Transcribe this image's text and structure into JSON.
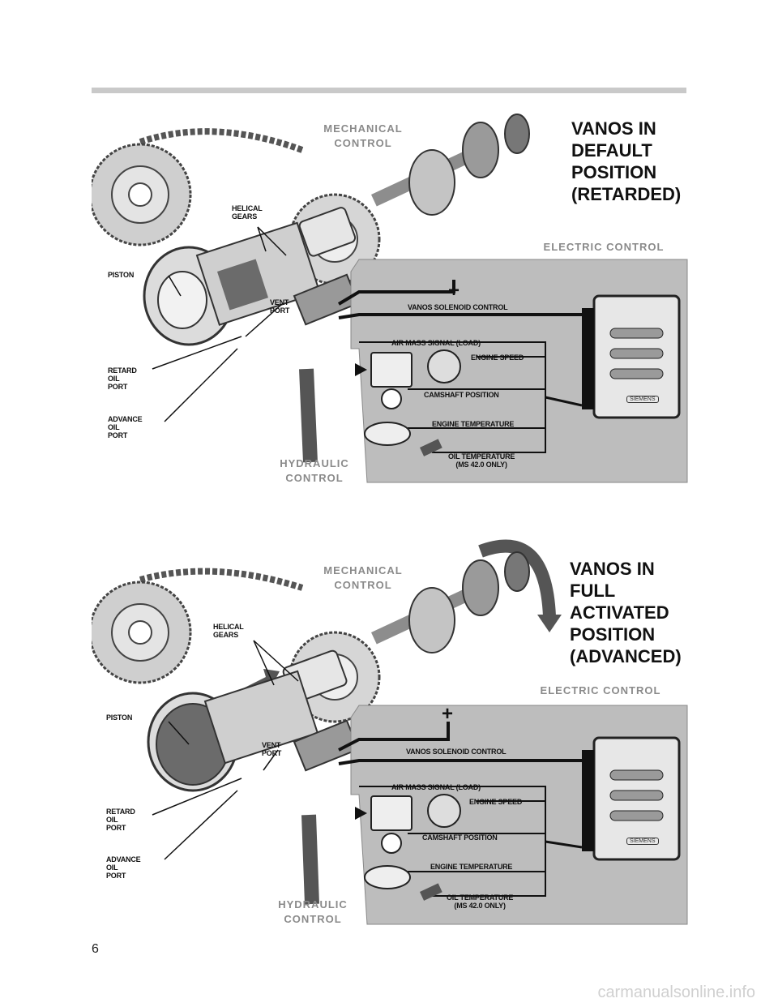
{
  "page": {
    "number": "6",
    "watermark": "carmanualsonline.info"
  },
  "figures": [
    {
      "heading_lines": [
        "VANOS IN",
        "DEFAULT",
        "POSITION",
        "(RETARDED)"
      ],
      "mechanical_control": [
        "MECHANICAL",
        "CONTROL"
      ],
      "electric_control": "ELECTRIC CONTROL",
      "hydraulic_control": [
        "HYDRAULIC",
        "CONTROL"
      ],
      "parts": {
        "helical_gears": [
          "HELICAL",
          "GEARS"
        ],
        "piston": "PISTON",
        "vent_port": [
          "VENT",
          "PORT"
        ],
        "retard_oil_port": [
          "RETARD",
          "OIL",
          "PORT"
        ],
        "advance_oil_port": [
          "ADVANCE",
          "OIL",
          "PORT"
        ]
      },
      "signals": {
        "vanos_solenoid": "VANOS SOLENOID CONTROL",
        "air_mass": "AIR MASS SIGNAL (LOAD)",
        "engine_speed": "ENGINE SPEED",
        "camshaft_position": "CAMSHAFT POSITION",
        "engine_temperature": "ENGINE TEMPERATURE",
        "oil_temperature": [
          "OIL TEMPERATURE",
          "(MS 42.0 ONLY)"
        ]
      },
      "ecu_brand": "SIEMENS"
    },
    {
      "heading_lines": [
        "VANOS IN",
        "FULL",
        "ACTIVATED",
        "POSITION",
        "(ADVANCED)"
      ],
      "mechanical_control": [
        "MECHANICAL",
        "CONTROL"
      ],
      "electric_control": "ELECTRIC CONTROL",
      "hydraulic_control": [
        "HYDRAULIC",
        "CONTROL"
      ],
      "parts": {
        "helical_gears": [
          "HELICAL",
          "GEARS"
        ],
        "piston": "PISTON",
        "vent_port": [
          "VENT",
          "PORT"
        ],
        "retard_oil_port": [
          "RETARD",
          "OIL",
          "PORT"
        ],
        "advance_oil_port": [
          "ADVANCE",
          "OIL",
          "PORT"
        ]
      },
      "signals": {
        "vanos_solenoid": "VANOS SOLENOID CONTROL",
        "air_mass": "AIR MASS SIGNAL (LOAD)",
        "engine_speed": "ENGINE SPEED",
        "camshaft_position": "CAMSHAFT POSITION",
        "engine_temperature": "ENGINE TEMPERATURE",
        "oil_temperature": [
          "OIL TEMPERATURE",
          "(MS 42.0 ONLY)"
        ]
      },
      "ecu_brand": "SIEMENS"
    }
  ],
  "colors": {
    "panel": "#bdbdbd",
    "rule": "#c9c9c9",
    "grey_label": "#8a8a8a"
  }
}
